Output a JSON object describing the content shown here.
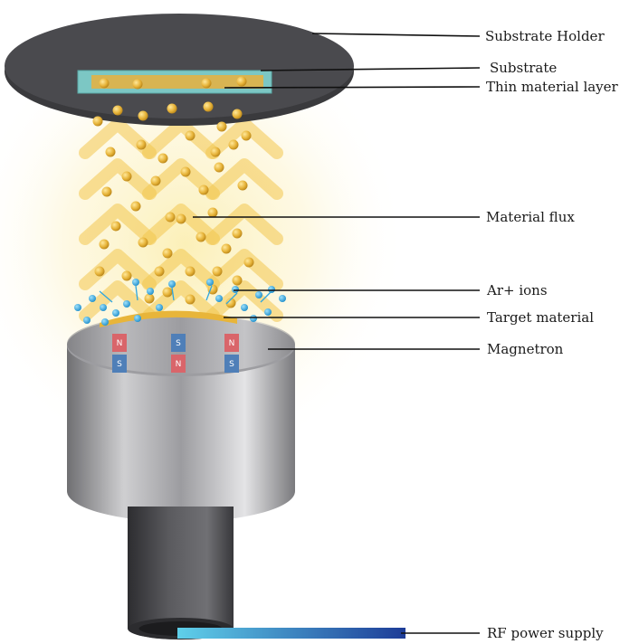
{
  "labels": {
    "substrate_holder": "Substrate Holder",
    "substrate": "Substrate",
    "thin_layer": "Thin material layer",
    "material_flux": "Material  flux",
    "ar_ions": "Ar+ ions",
    "target_material": "Target material",
    "magnetron": "Magnetron",
    "rf_power": "RF  power supply"
  },
  "magnets": {
    "top": [
      "N",
      "S",
      "N"
    ],
    "bottom": [
      "S",
      "N",
      "S"
    ]
  },
  "colors": {
    "holder": "#4a4a4e",
    "substrate": "#7cc7c4",
    "gold": "#e8b53a",
    "ion": "#2ea6e0",
    "n_pole": "#d9656a",
    "s_pole": "#4f7fb8",
    "rf_start": "#5fd0ea",
    "rf_end": "#1d3c97",
    "leader": "#111111"
  }
}
